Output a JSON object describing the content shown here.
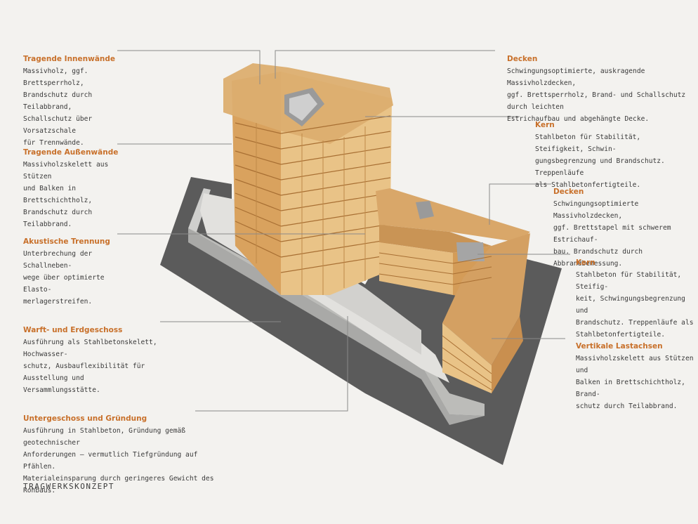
{
  "colors": {
    "background": "#f3f2ef",
    "heading": "#c8702a",
    "text": "#3a3a3a",
    "leader": "#8a8a8a",
    "timber_light": "#e9c387",
    "timber_mid": "#d9a25e",
    "timber_dark": "#b57a3a",
    "shadow": "#5b5b5b",
    "concrete": "#d6d6d4",
    "core": "#9a9a9a"
  },
  "labels_left": [
    {
      "title": "Tragende Innenwände",
      "text": "Massivholz, ggf. Brettsperrholz,\nBrandschutz durch Teilabbrand,\nSchallschutz über Vorsatzschale\nfür Trennwände."
    },
    {
      "title": "Tragende Außenwände",
      "text": "Massivholzskelett aus Stützen\nund Balken in Brettschichtholz,\nBrandschutz durch Teilabbrand."
    },
    {
      "title": "Akustische Trennung",
      "text": "Unterbrechung der Schallneben-\nwege über optimierte Elasto-\nmerlagerstreifen."
    },
    {
      "title": "Warft- und Erdgeschoss",
      "text": "Ausführung als Stahlbetonskelett, Hochwasser-\nschutz, Ausbauflexibilität für Ausstellung und\nVersammlungsstätte."
    },
    {
      "title": "Untergeschoss und Gründung",
      "text": "Ausführung in Stahlbeton, Gründung gemäß geotechnischer\nAnforderungen – vermutlich Tiefgründung auf Pfählen.\nMaterialeinsparung durch geringeres Gewicht des Rohbaus."
    }
  ],
  "labels_right": [
    {
      "title": "Decken",
      "text": "Schwingungsoptimierte, auskragende Massivholzdecken,\nggf. Brettsperrholz, Brand- und Schallschutz durch leichten\nEstrichaufbau und abgehängte Decke."
    },
    {
      "title": "Kern",
      "text": "Stahlbeton für Stabilität, Steifigkeit, Schwin-\ngungsbegrenzung und Brandschutz. Treppenläufe\nals Stahlbetonfertigteile."
    },
    {
      "title": "Decken",
      "text": "Schwingungsoptimierte Massivholzdecken,\nggf. Brettstapel mit schwerem Estrichauf-\nbau. Brandschutz durch Abbrandbemessung."
    },
    {
      "title": "Kern",
      "text": "Stahlbeton für Stabilität, Steifig-\nkeit, Schwingungsbegrenzung und\nBrandschutz. Treppenläufe als\nStahlbetonfertigteile."
    },
    {
      "title": "Vertikale Lastachsen",
      "text": "Massivholzskelett aus Stützen und\nBalken in Brettschichtholz, Brand-\nschutz durch Teilabbrand."
    }
  ],
  "footer": {
    "title": "TRAGWERKSKONZEPT"
  }
}
